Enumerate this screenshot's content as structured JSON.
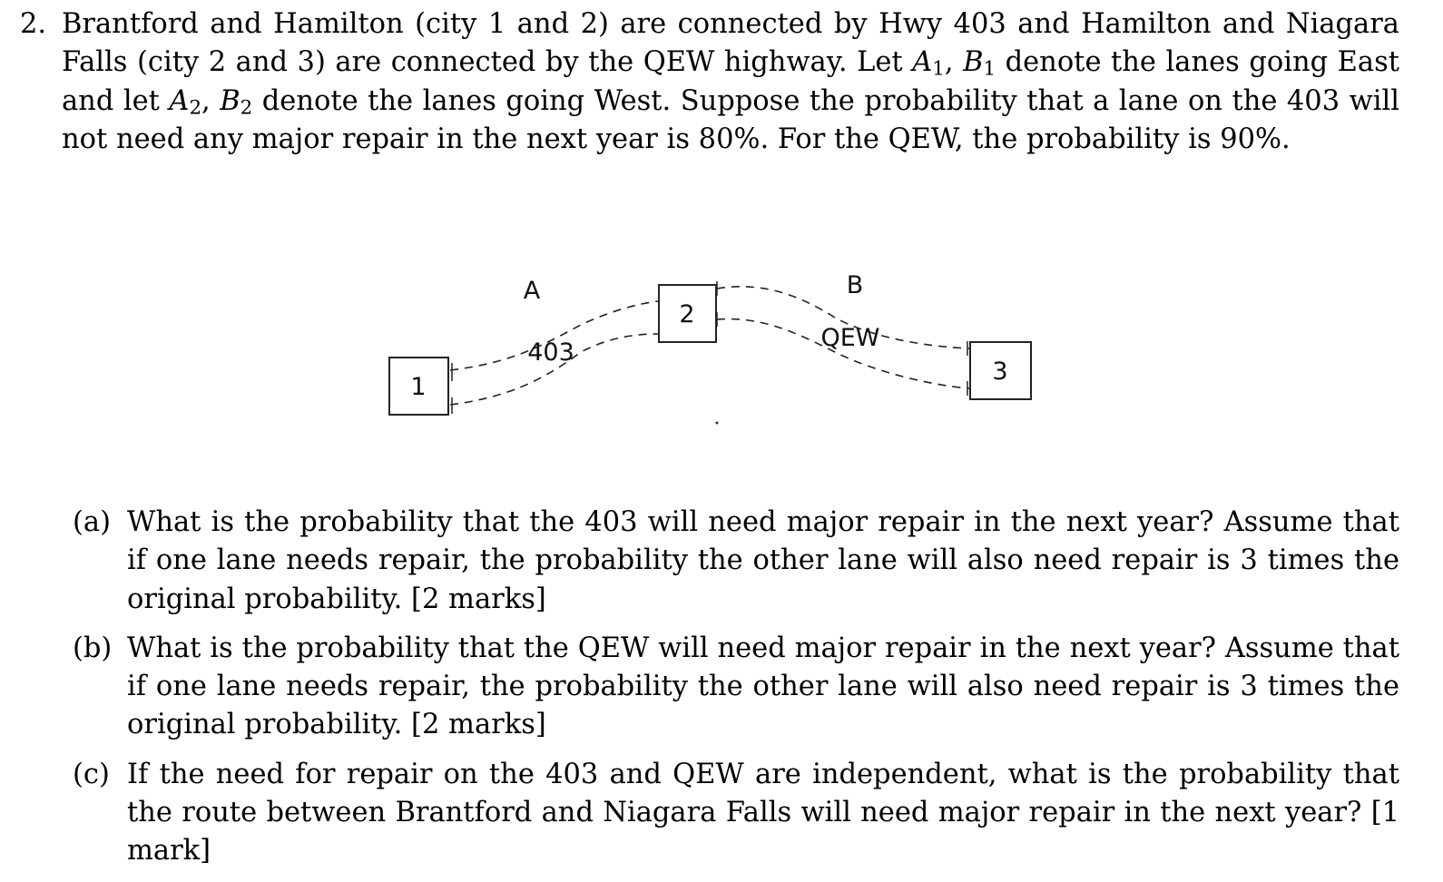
{
  "problem": {
    "number": "2.",
    "text_1": "Brantford and Hamilton (city 1 and 2) are connected by Hwy 403 and Hamilton and Niagara Falls (city 2 and 3) are connected by the QEW highway. Let ",
    "A1_base": "A",
    "A1_sub": "1",
    "sep_1": ", ",
    "B1_base": "B",
    "B1_sub": "1",
    "text_2": " denote the lanes going East and let ",
    "A2_base": "A",
    "A2_sub": "2",
    "sep_2": ", ",
    "B2_base": "B",
    "B2_sub": "2",
    "text_3": " denote the lanes going West. Suppose the probability that a lane on the 403 will not need any major repair in the next year is 80%. For the QEW, the probability is 90%."
  },
  "figure": {
    "city_1": "1",
    "city_2": "2",
    "city_3": "3",
    "label_A": "A",
    "label_B": "B",
    "label_403": "403",
    "label_QEW": "QEW"
  },
  "parts": [
    {
      "label": "(a)",
      "text": "What is the probability that the 403 will need major repair in the next year? Assume that if one lane needs repair, the probability the other lane will also need repair is 3 times the original probability. [2 marks]"
    },
    {
      "label": "(b)",
      "text": "What is the probability that the QEW will need major repair in the next year? Assume that if one lane needs repair, the probability the other lane will also need repair is 3 times the original probability. [2 marks]"
    },
    {
      "label": "(c)",
      "text": "If the need for repair on the 403 and QEW are independent, what is the probability that the route between Brantford and Niagara Falls will need major repair in the next year? [1 mark]"
    }
  ]
}
